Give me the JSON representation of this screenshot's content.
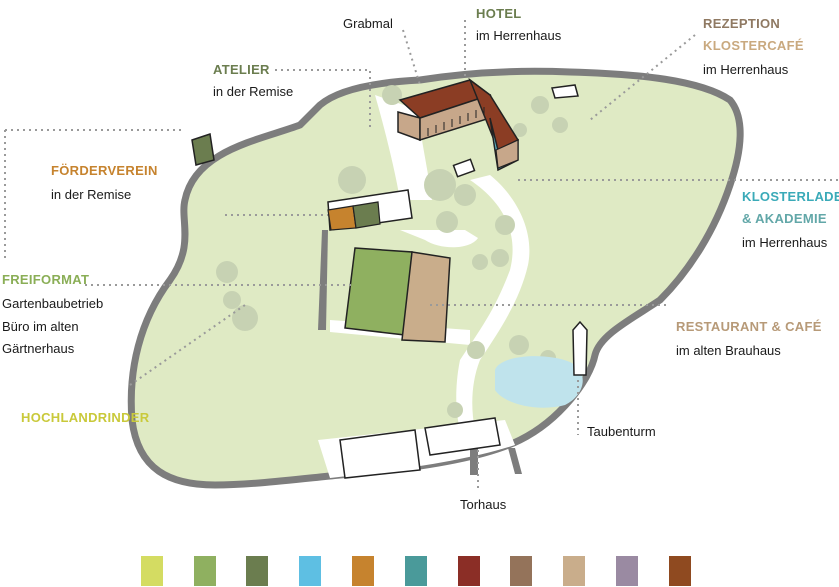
{
  "labels": {
    "grabmal": "Grabmal",
    "hotel": {
      "title": "HOTEL",
      "sub": "im Herrenhaus"
    },
    "rezeption": {
      "title": "REZEPTION",
      "title2": "KLOSTERCAFÉ",
      "sub": "im Herrenhaus"
    },
    "atelier": {
      "title": "ATELIER",
      "sub": "in der Remise"
    },
    "foerderverein": {
      "title": "FÖRDERVEREIN",
      "sub": "in der Remise"
    },
    "klosterladen": {
      "title": "KLOSTERLADEN",
      "title2": "& AKADEMIE",
      "sub": "im Herrenhaus"
    },
    "freiformat": {
      "title": "FREIFORMAT",
      "sub1": "Gartenbaubetrieb",
      "sub2": "Büro im alten",
      "sub3": "Gärtnerhaus"
    },
    "restaurant": {
      "title": "RESTAURANT & CAFÉ",
      "sub": "im alten Brauhaus"
    },
    "hochlandrinder": "HOCHLANDRINDER",
    "taubenturm": "Taubenturm",
    "torhaus": "Torhaus"
  },
  "colors": {
    "park": "#dfeac4",
    "border": "#7d7d7d",
    "path": "#ffffff",
    "tree": "#c7d2b3",
    "pond": "#bfe3ec",
    "roof": "#8b3d24",
    "remise_tan": "#c89a5f",
    "hotel_title": "#6b7d4f",
    "rezeption_title": "#8f7962",
    "klostercafe_title": "#c9a97f",
    "atelier_title": "#6b7d4f",
    "foerderverein_title": "#c6832e",
    "klosterladen_title": "#3aaab8",
    "akademie_title": "#62a7a8",
    "freiformat_title": "#8aae56",
    "restaurant_title": "#b79a78",
    "hochland_title": "#c9c93a"
  },
  "legend": [
    {
      "name": "swatch-yellow-green",
      "color": "#d4dc62"
    },
    {
      "name": "swatch-green",
      "color": "#8fb060"
    },
    {
      "name": "swatch-olive",
      "color": "#6b7d4f"
    },
    {
      "name": "swatch-light-blue",
      "color": "#5ebfe3"
    },
    {
      "name": "swatch-orange",
      "color": "#c6832e"
    },
    {
      "name": "swatch-teal",
      "color": "#4a9a9a"
    },
    {
      "name": "swatch-red",
      "color": "#8b2e26"
    },
    {
      "name": "swatch-brown",
      "color": "#94735a"
    },
    {
      "name": "swatch-tan",
      "color": "#c9ad8b"
    },
    {
      "name": "swatch-mauve",
      "color": "#9a8aa2"
    },
    {
      "name": "swatch-dark-orange",
      "color": "#8f4a20"
    }
  ]
}
